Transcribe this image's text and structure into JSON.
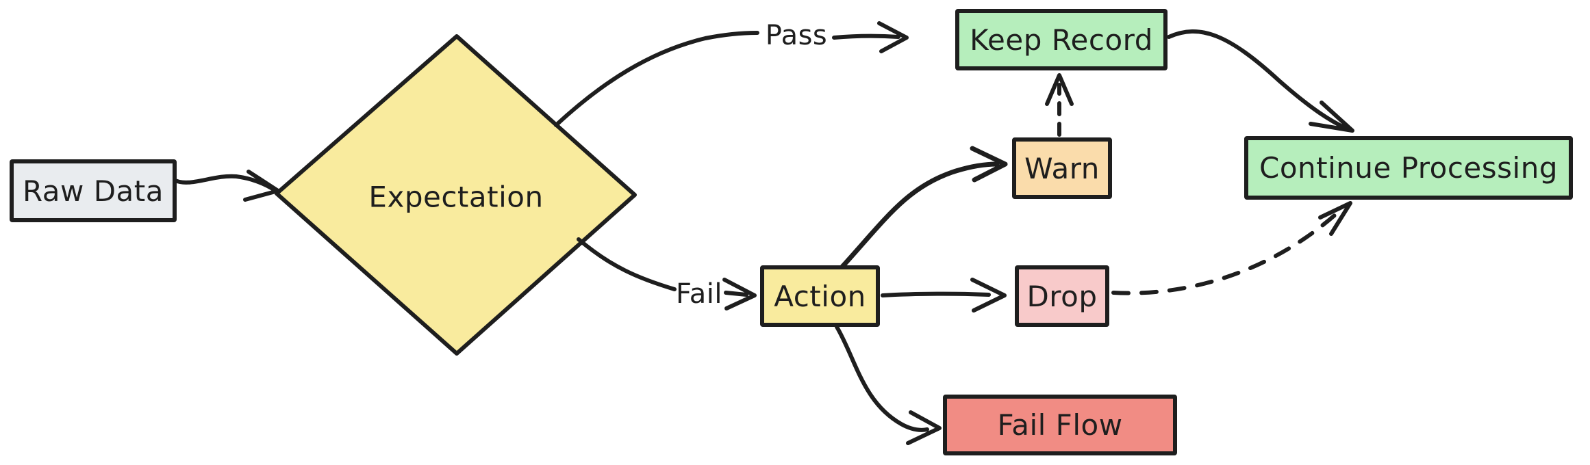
{
  "diagram": {
    "type": "flowchart",
    "background": "#ffffff",
    "stroke": "#1e1e1e",
    "nodes": [
      {
        "id": "raw-data",
        "label": "Raw Data",
        "shape": "rectangle",
        "fill": "#e9ecef"
      },
      {
        "id": "expectation",
        "label": "Expectation",
        "shape": "diamond",
        "fill": "#f9eb9e"
      },
      {
        "id": "keep-record",
        "label": "Keep Record",
        "shape": "rectangle",
        "fill": "#b6eebc"
      },
      {
        "id": "warn",
        "label": "Warn",
        "shape": "rectangle",
        "fill": "#fadcab"
      },
      {
        "id": "action",
        "label": "Action",
        "shape": "rectangle",
        "fill": "#f9eb9e"
      },
      {
        "id": "drop",
        "label": "Drop",
        "shape": "rectangle",
        "fill": "#f8caca"
      },
      {
        "id": "fail-flow",
        "label": "Fail Flow",
        "shape": "rectangle",
        "fill": "#f18c84"
      },
      {
        "id": "continue-processing",
        "label": "Continue Processing",
        "shape": "rectangle",
        "fill": "#b6eebc"
      }
    ],
    "edges": [
      {
        "from": "raw-data",
        "to": "expectation",
        "style": "solid",
        "label": ""
      },
      {
        "from": "expectation",
        "to": "keep-record",
        "style": "solid",
        "label": "Pass"
      },
      {
        "from": "expectation",
        "to": "action",
        "style": "solid",
        "label": "Fail"
      },
      {
        "from": "action",
        "to": "warn",
        "style": "solid",
        "label": ""
      },
      {
        "from": "action",
        "to": "drop",
        "style": "solid",
        "label": ""
      },
      {
        "from": "action",
        "to": "fail-flow",
        "style": "solid",
        "label": ""
      },
      {
        "from": "warn",
        "to": "keep-record",
        "style": "dashed",
        "label": ""
      },
      {
        "from": "drop",
        "to": "continue-processing",
        "style": "dashed",
        "label": ""
      },
      {
        "from": "keep-record",
        "to": "continue-processing",
        "style": "solid",
        "label": ""
      }
    ]
  }
}
